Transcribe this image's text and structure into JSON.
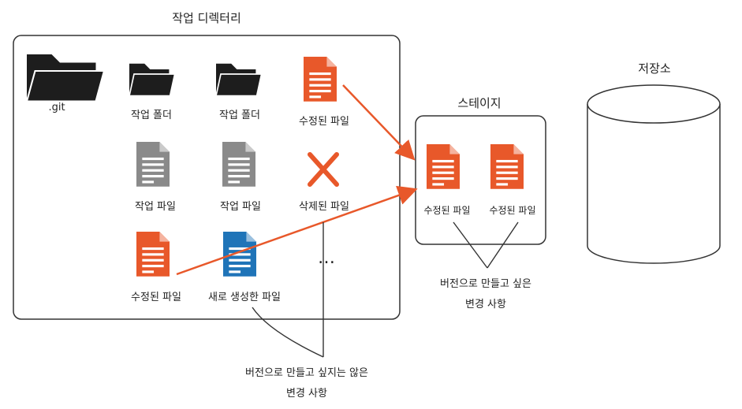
{
  "working_dir": {
    "title": "작업 디렉터리",
    "git_label": ".git",
    "folder1_label": "작업 폴더",
    "folder2_label": "작업 폴더",
    "modified_top_label": "수정된 파일",
    "file1_label": "작업 파일",
    "file2_label": "작업 파일",
    "deleted_label": "삭제된 파일",
    "modified_bottom_label": "수정된 파일",
    "new_label": "새로 생성한 파일",
    "more": "…"
  },
  "stage": {
    "title": "스테이지",
    "file1_label": "수정된 파일",
    "file2_label": "수정된 파일"
  },
  "repository": {
    "title": "저장소"
  },
  "notes": {
    "want_line1": "버전으로 만들고 싶은",
    "want_line2": "변경 사항",
    "notwant_line1": "버전으로 만들고 싶지는 않은",
    "notwant_line2": "변경 사항"
  },
  "colors": {
    "modified": "#e8582a",
    "new": "#1f74b8",
    "plain": "#8a8a8a",
    "deleted": "#e8582a",
    "folder": "#1d1d1d",
    "arrow": "#e8582a"
  }
}
